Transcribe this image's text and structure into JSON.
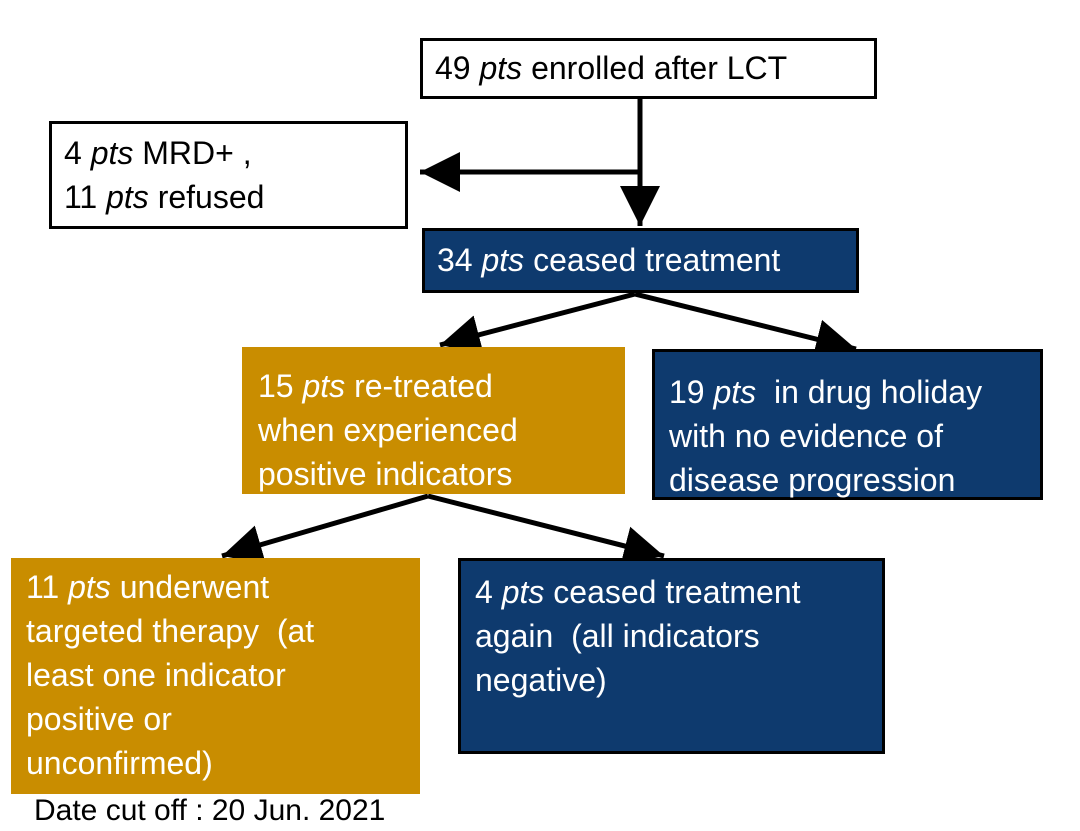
{
  "nodes": {
    "enrolled": {
      "lines": [
        {
          "pre": "49 ",
          "em": "pts",
          "post": " enrolled after LCT"
        }
      ]
    },
    "excluded": {
      "lines": [
        {
          "pre": "4 ",
          "em": "pts",
          "post": " MRD+ ,"
        },
        {
          "pre": "11 ",
          "em": "pts",
          "post": " refused"
        }
      ]
    },
    "ceased": {
      "lines": [
        {
          "pre": "34 ",
          "em": "pts",
          "post": " ceased treatment"
        }
      ]
    },
    "retreated": {
      "lines": [
        {
          "pre": "15 ",
          "em": "pts",
          "post": " re-treated"
        },
        {
          "pre": "when experienced",
          "em": "",
          "post": ""
        },
        {
          "pre": "positive indicators",
          "em": "",
          "post": ""
        }
      ]
    },
    "holiday": {
      "lines": [
        {
          "pre": "19 ",
          "em": "pts",
          "post": "  in drug holiday"
        },
        {
          "pre": "with no evidence of",
          "em": "",
          "post": ""
        },
        {
          "pre": "disease progression",
          "em": "",
          "post": ""
        }
      ]
    },
    "targeted": {
      "lines": [
        {
          "pre": "11 ",
          "em": "pts",
          "post": " underwent"
        },
        {
          "pre": "targeted therapy  (at",
          "em": "",
          "post": ""
        },
        {
          "pre": "least one indicator",
          "em": "",
          "post": ""
        },
        {
          "pre": "positive or",
          "em": "",
          "post": ""
        },
        {
          "pre": "unconfirmed)",
          "em": "",
          "post": ""
        }
      ]
    },
    "ceased_again": {
      "lines": [
        {
          "pre": "4 ",
          "em": "pts",
          "post": " ceased treatment"
        },
        {
          "pre": "again  (all indicators",
          "em": "",
          "post": ""
        },
        {
          "pre": "negative)",
          "em": "",
          "post": ""
        }
      ]
    }
  },
  "footnote": "Date cut off : 20 Jun. 2021",
  "colors": {
    "navy": "#0e3a6e",
    "gold": "#c98d00",
    "border": "#000000",
    "arrow": "#000000"
  }
}
